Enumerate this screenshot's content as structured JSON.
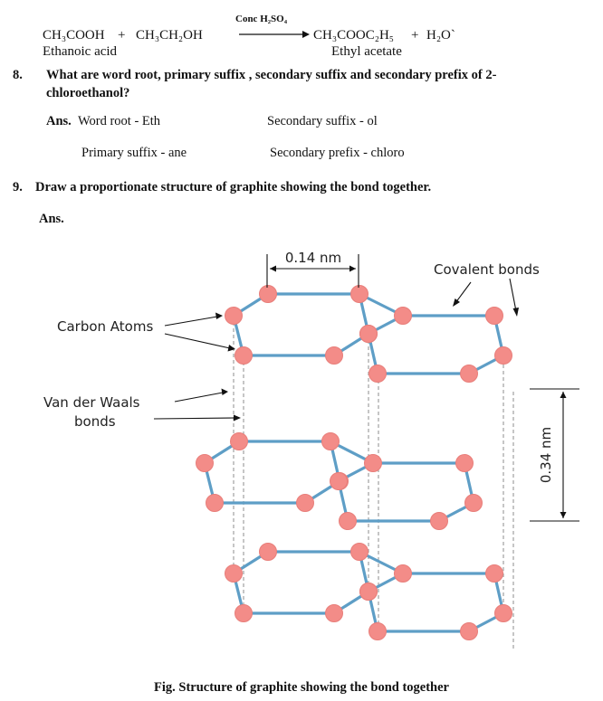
{
  "reaction": {
    "reactant1": "CH₃COOH",
    "plus1": "+",
    "reactant2": "CH₃CH₂OH",
    "condition": "Conc H₂SO₄",
    "product1": "CH₃COOC₂H₅",
    "plus2": "+",
    "product2": "H₂O`",
    "reactant1_name": "Ethanoic acid",
    "product1_name": "Ethyl acetate"
  },
  "questions": [
    {
      "number": "8.",
      "line1": "What are word root, primary suffix , secondary suffix and secondary prefix of 2-",
      "line2": "chloroethanol?",
      "answer": {
        "label": "Ans.",
        "word_root": "Word root - Eth",
        "secondary_suffix": "Secondary suffix - ol",
        "primary_suffix": "Primary suffix - ane",
        "secondary_prefix": "Secondary prefix - chloro"
      }
    },
    {
      "number": "9.",
      "line1": "Draw a proportionate structure of graphite showing the bond together.",
      "answer_label": "Ans."
    }
  ],
  "figure": {
    "label_bond_length": "0.14 nm",
    "label_covalent": "Covalent bonds",
    "label_carbon": "Carbon Atoms",
    "label_vdw_line1": "Van der Waals",
    "label_vdw_line2": "bonds",
    "label_layer_gap": "0.34 nm",
    "caption": "Fig. Structure of graphite showing the bond together",
    "colors": {
      "atom": "#f38c88",
      "bond": "#5e9ec6",
      "dashed": "#a8a8a8"
    }
  }
}
